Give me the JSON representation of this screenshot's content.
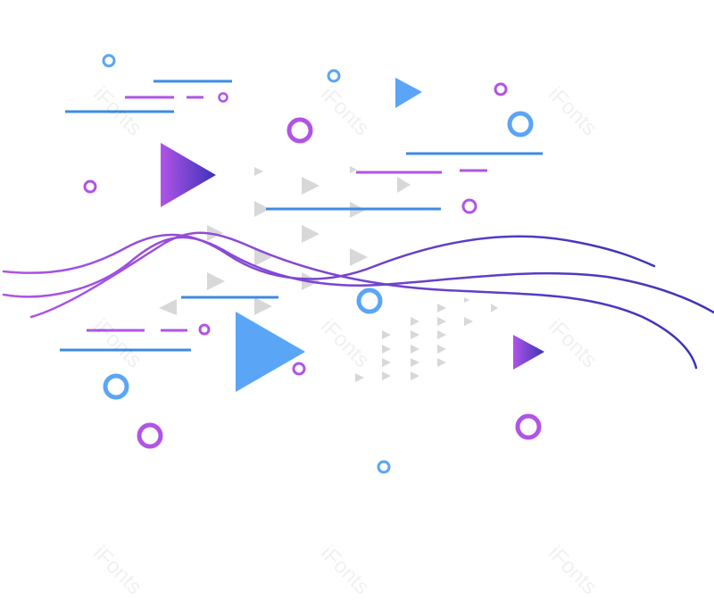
{
  "watermark": {
    "text": "iFonts"
  },
  "colors": {
    "blue": "#5aa5f5",
    "blue_line": "#3d8be6",
    "purple": "#b054e6",
    "indigo": "#3b33b8",
    "grey_triangle": "#d8d8d8"
  },
  "icons": [
    "ring-icon",
    "triangle-icon",
    "gradient-triangle-icon",
    "wave-line",
    "dash-line"
  ]
}
